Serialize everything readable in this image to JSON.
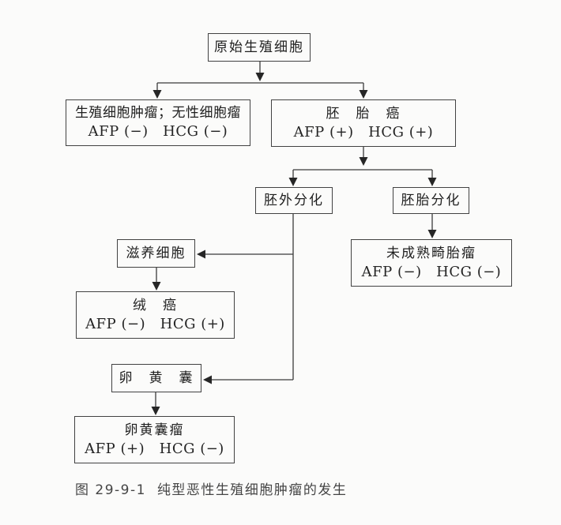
{
  "diagram": {
    "nodes": {
      "primordial": {
        "title": "原始生殖细胞"
      },
      "germinoma": {
        "title": "生殖细胞肿瘤；无性细胞瘤",
        "markers": "AFP (−)　HCG (−)"
      },
      "embryonal": {
        "title": "胚　胎　癌",
        "markers": "AFP (+)　HCG (+)"
      },
      "extraembryonic_diff": {
        "title": "胚外分化"
      },
      "embryonic_diff": {
        "title": "胚胎分化"
      },
      "immature_teratoma": {
        "title": "未成熟畸胎瘤",
        "markers": "AFP (−)　HCG (−)"
      },
      "trophoblast": {
        "title": "滋养细胞"
      },
      "choriocarcinoma": {
        "title": "绒　癌",
        "markers": "AFP (−)　HCG (+)"
      },
      "yolk_sac": {
        "title": "卵　黄　囊"
      },
      "yolk_sac_tumor": {
        "title": "卵黄囊瘤",
        "markers": "AFP (+)　HCG (−)"
      }
    },
    "caption": {
      "label": "图 29-9-1",
      "title": "纯型恶性生殖细胞肿瘤的发生"
    },
    "colors": {
      "background": "#fbfbfa",
      "line": "#3b3b3b",
      "text": "#1f1f1f",
      "caption_text": "#454545"
    }
  }
}
